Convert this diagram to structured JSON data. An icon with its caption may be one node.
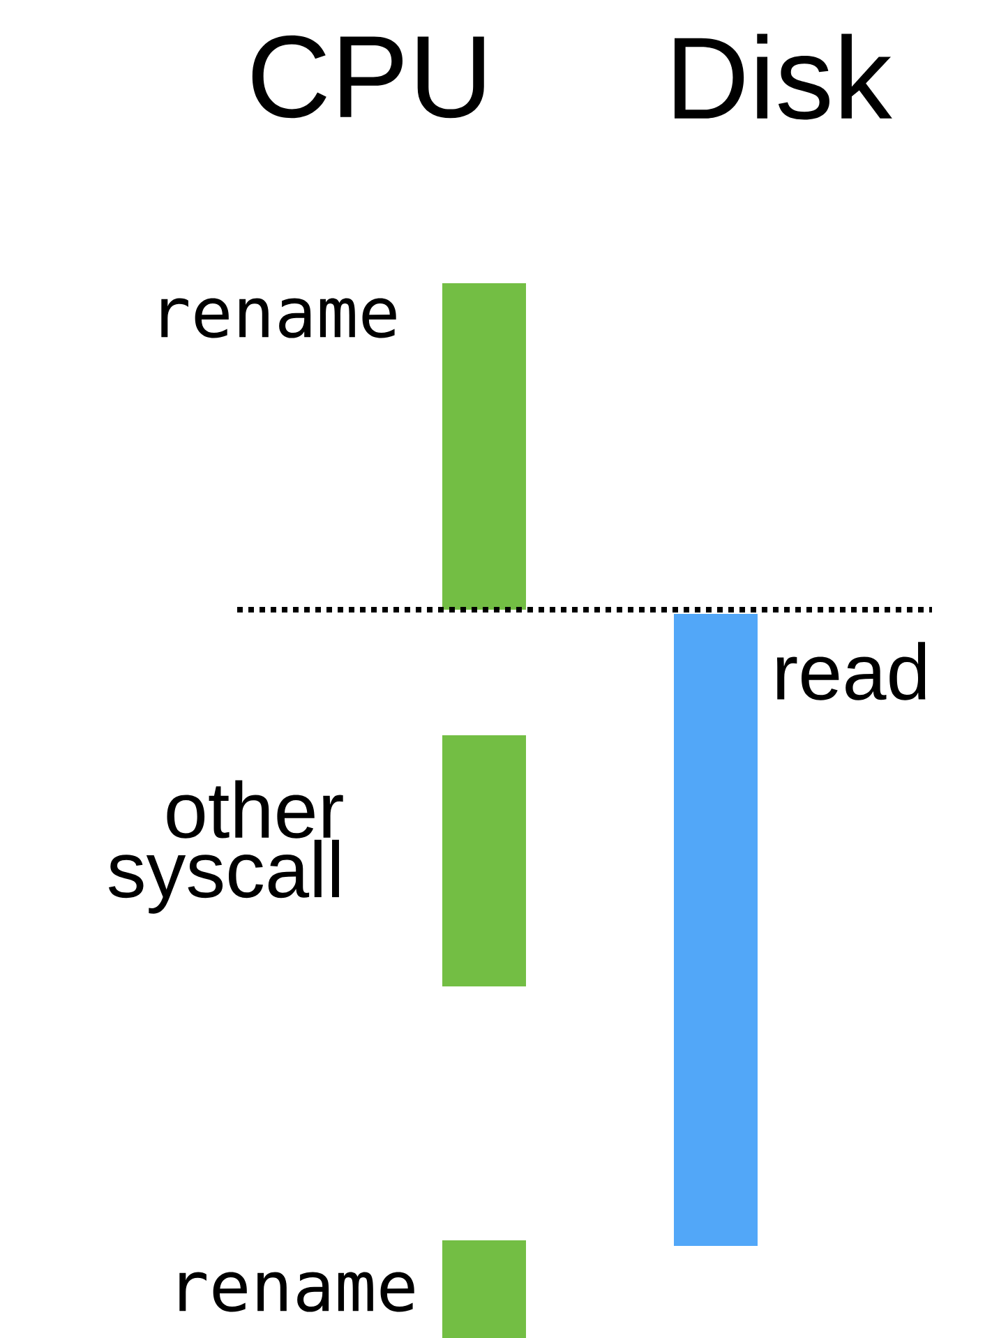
{
  "diagram": {
    "nodes": [
      {
        "text": [],
        "shape": "bar",
        "beside": [
          "rename"
        ]
      },
      {
        "text": [],
        "shape": "bar",
        "beside": [
          "other syscall"
        ]
      },
      {
        "text": [],
        "shape": "bar",
        "beside": [
          "rename"
        ]
      },
      {
        "text": [],
        "shape": "bar",
        "beside": [
          "read"
        ]
      }
    ],
    "labels": [
      "CPU",
      "Disk"
    ]
  }
}
